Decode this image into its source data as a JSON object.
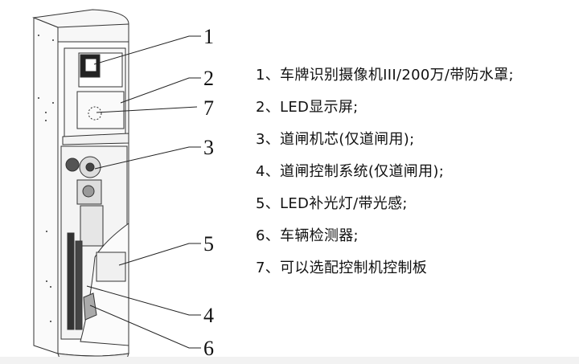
{
  "diagram": {
    "subject": "barrier-gate-pillar",
    "callouts": [
      {
        "number": "1"
      },
      {
        "number": "2"
      },
      {
        "number": "7"
      },
      {
        "number": "3"
      },
      {
        "number": "5"
      },
      {
        "number": "4"
      },
      {
        "number": "6"
      }
    ]
  },
  "legend": {
    "items": [
      {
        "text": "1、车牌识别摄像机III/200万/带防水罩;"
      },
      {
        "text": "2、LED显示屏;"
      },
      {
        "text": "3、道闸机芯(仅道闸用);"
      },
      {
        "text": "4、道闸控制系统(仅道闸用);"
      },
      {
        "text": "5、LED补光灯/带光感;"
      },
      {
        "text": "6、车辆检测器;"
      },
      {
        "text": "7、可以选配控制机控制板"
      }
    ]
  }
}
